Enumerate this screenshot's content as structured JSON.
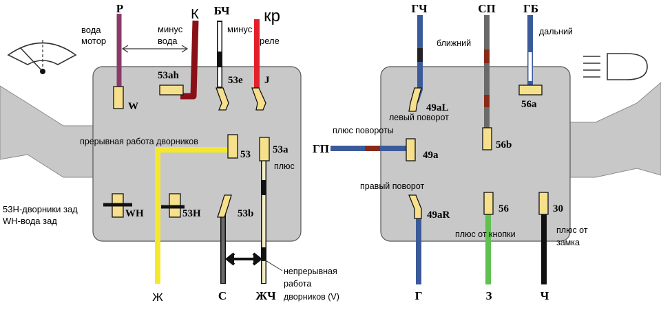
{
  "left_switch": {
    "wire_top": {
      "p": "Р",
      "k": "К",
      "bch": "БЧ",
      "kr": "кр"
    },
    "labels": {
      "voda_motor_1": "вода",
      "voda_motor_2": "мотор",
      "minus_voda_1": "минус",
      "minus_voda_2": "вода",
      "minus_rele_1": "минус",
      "minus_rele_2": "реле",
      "intermittent": "прерывная работа дворников",
      "plus": "плюс",
      "rear_wipers": "53Н-дворники зад",
      "rear_washer": "WH-вода зад",
      "continuous_1": "непрерывная",
      "continuous_2": "работа",
      "continuous_3": "дворников (V)"
    },
    "terminals": {
      "w": "W",
      "t53ah": "53ah",
      "t53e": "53e",
      "j": "J",
      "t53": "53",
      "t53a": "53a",
      "wh": "WH",
      "t53h": "53H",
      "t53b": "53b"
    },
    "wire_bottom": {
      "zh": "Ж",
      "s": "С",
      "zhch": "ЖЧ"
    }
  },
  "right_switch": {
    "wire_top": {
      "gch": "ГЧ",
      "sp": "СП",
      "gb": "ГБ"
    },
    "labels": {
      "low_beam": "ближний",
      "high_beam": "дальний",
      "left_turn": "левый поворот",
      "turn_plus": "плюс повороты",
      "right_turn": "правый поворот",
      "plus_button": "плюс от кнопки",
      "plus_ignition_1": "плюс от",
      "plus_ignition_2": "замка"
    },
    "terminals": {
      "t49al": "49aL",
      "t56a": "56a",
      "t49a": "49a",
      "t56b": "56b",
      "t49ar": "49aR",
      "t56": "56",
      "t30": "30"
    },
    "wire_side": {
      "gp": "ГП"
    },
    "wire_bottom": {
      "g": "Г",
      "z": "З",
      "ch": "Ч"
    }
  },
  "colors": {
    "body": "#c8c8c8",
    "lever": "#c8c8c8",
    "terminal": "#f6e08c",
    "yellow_wire": "#f5e82c",
    "violet_wire": "#8a3a6a",
    "maroon_wire": "#8a1018",
    "red_wire": "#e0202a",
    "blue_wire": "#3a5a9a",
    "gray_wire": "#6a6a6a",
    "green_wire": "#60c050",
    "black_wire": "#111111",
    "beige_wire": "#f3edc4"
  }
}
